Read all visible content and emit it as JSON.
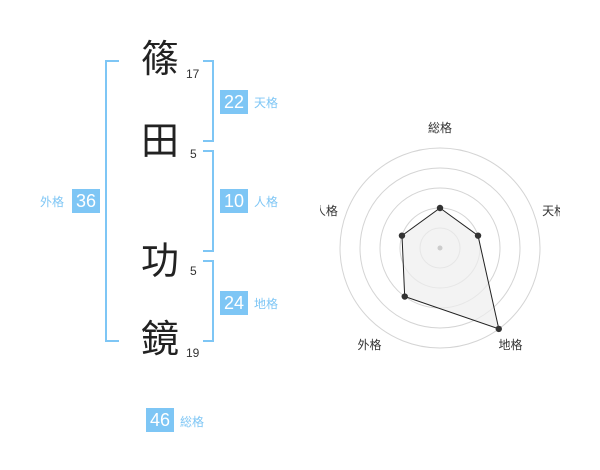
{
  "name": {
    "chars": [
      {
        "char": "篠",
        "strokes": "17"
      },
      {
        "char": "田",
        "strokes": "5"
      },
      {
        "char": "功",
        "strokes": "5"
      },
      {
        "char": "鏡",
        "strokes": "19"
      }
    ]
  },
  "fortunes": {
    "tenkaku": {
      "label": "天格",
      "value": "22"
    },
    "jinkaku": {
      "label": "人格",
      "value": "10"
    },
    "chikaku": {
      "label": "地格",
      "value": "24"
    },
    "gaikaku": {
      "label": "外格",
      "value": "36"
    },
    "soukaku": {
      "label": "総格",
      "value": "46"
    }
  },
  "chart_data": {
    "type": "radar",
    "axes": [
      "総格",
      "天格",
      "地格",
      "外格",
      "人格"
    ],
    "values": [
      2,
      2,
      5,
      3,
      2
    ],
    "rmax": 5,
    "grid": true,
    "colors": {
      "fill": "#eeeeee",
      "line": "#222222",
      "grid": "#d4d4d4",
      "point": "#333333"
    }
  }
}
